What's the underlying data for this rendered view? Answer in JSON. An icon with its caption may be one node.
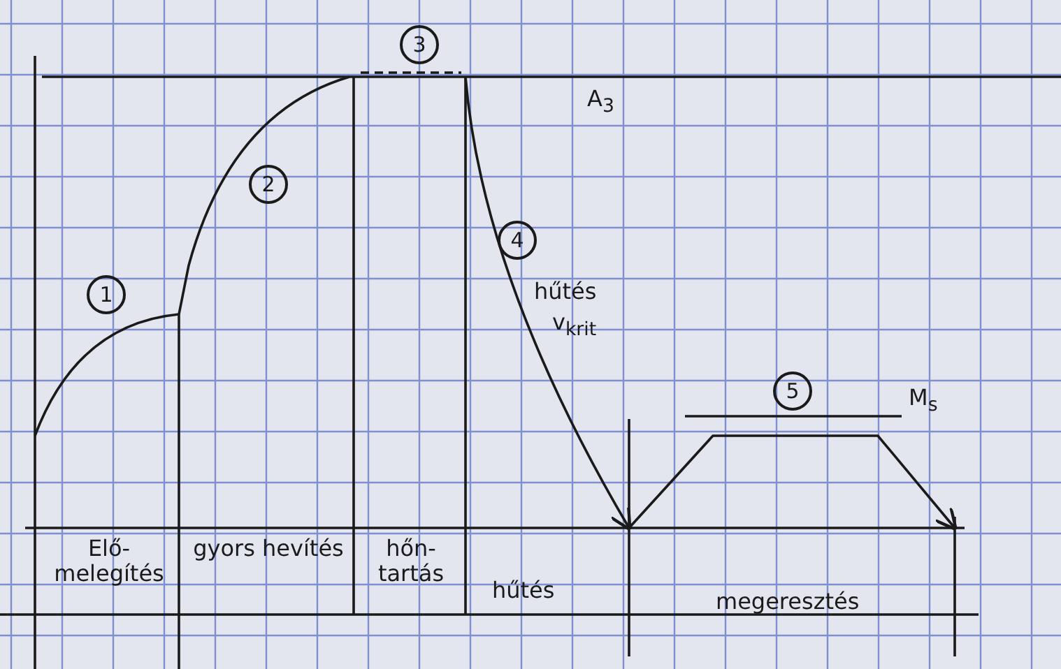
{
  "diagram": {
    "labels": [
      "3",
      "A$_{3}$",
      "2",
      "1",
      "4",
      "hűtés",
      "v$_{krit}$",
      "5",
      "M$_{s}$",
      "Elő- melegítés",
      "gyors hevítés",
      "hőn- tartás",
      "hűtés",
      "megeresztés"
    ]
  }
}
